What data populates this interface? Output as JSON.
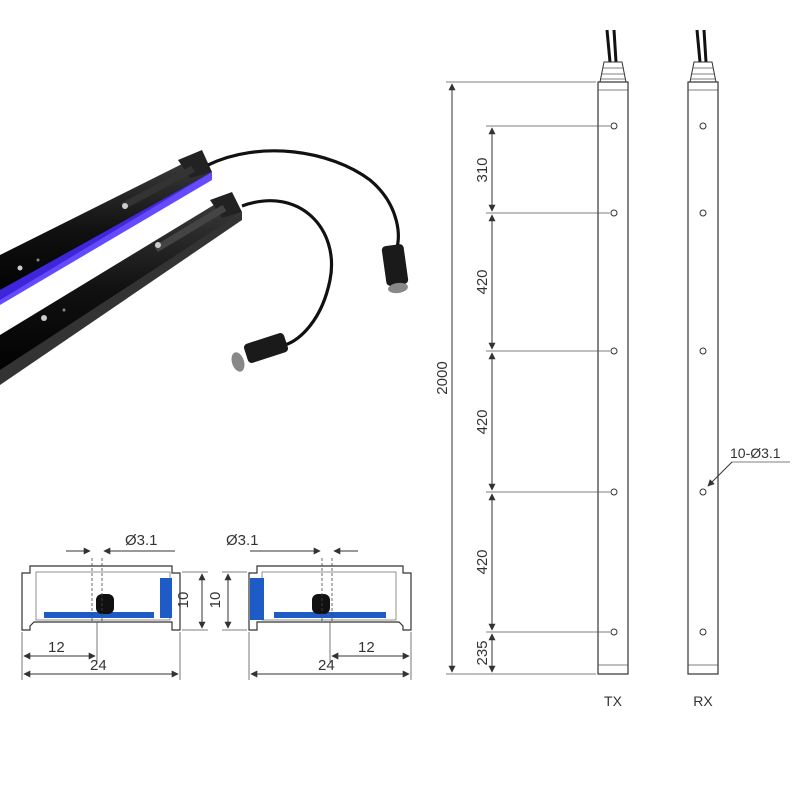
{
  "drawing": {
    "total_length": "2000",
    "pitch_labels": [
      "310",
      "420",
      "420",
      "420",
      "235"
    ],
    "hole_note": "10-Ø3.1",
    "tx_label": "TX",
    "rx_label": "RX"
  },
  "sections": {
    "left": {
      "diameter": "Ø3.1",
      "height": "10",
      "offset": "12",
      "width": "24"
    },
    "right": {
      "diameter": "Ø3.1",
      "height": "10",
      "offset": "12",
      "width": "24"
    }
  },
  "colors": {
    "bar_body": "#1a1a1a",
    "bar_led": "#4a2cff",
    "section_blue": "#1e5bc6",
    "line": "#333333"
  },
  "icons": [
    "tx-sensor-bar-photo",
    "rx-sensor-bar-photo",
    "cable-connector-icon"
  ]
}
